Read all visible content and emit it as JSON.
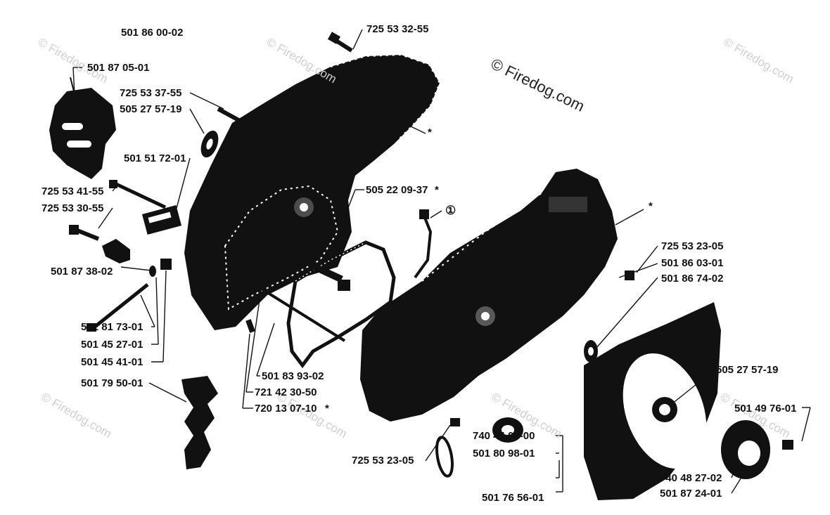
{
  "watermark": {
    "main": "© Firedog.com",
    "faint": "© Firedog.com"
  },
  "colors": {
    "ink": "#111111",
    "paper": "#ffffff",
    "watermark": "#cfcfcf"
  },
  "labels": {
    "assembly": "501 86 00-02",
    "p_725533255": "725 53 32-55",
    "p_501870501": "501 87 05-01",
    "p_725533755": "725 53 37-55",
    "p_505275719a": "505 27 57-19",
    "p_501517201": "501 51 72-01",
    "p_725534155": "725 53 41-55",
    "p_725533055": "725 53 30-55",
    "p_501873802": "501 87 38-02",
    "p_501817301": "501 81 73-01",
    "p_501452701": "501 45 27-01",
    "p_501454101": "501 45 41-01",
    "p_501795001": "501 79 50-01",
    "p_505220937": "505 22 09-37",
    "p_505220937_mark": "*",
    "circle_1": "①",
    "p_501839302": "501 83 93-02",
    "p_721423050": "721 42 30-50",
    "p_720130710": "720 13 07-10",
    "p_720130710_mark": "*",
    "p_725532305a": "725 53 23-05",
    "p_501860301": "501 86 03-01",
    "p_501867402": "501 86 74-02",
    "p_505275719b": "505 27 57-19",
    "p_501497601": "501 49 76-01",
    "p_725532305b": "725 53 23-05",
    "p_740440500": "740 44 05-00",
    "p_501809801": "501 80 98-01",
    "p_501765601": "501 76 56-01",
    "p_740482702": "740 48 27-02",
    "p_501872401": "501 87 24-01",
    "star_left_cover": "*",
    "star_right_cover": "*"
  }
}
